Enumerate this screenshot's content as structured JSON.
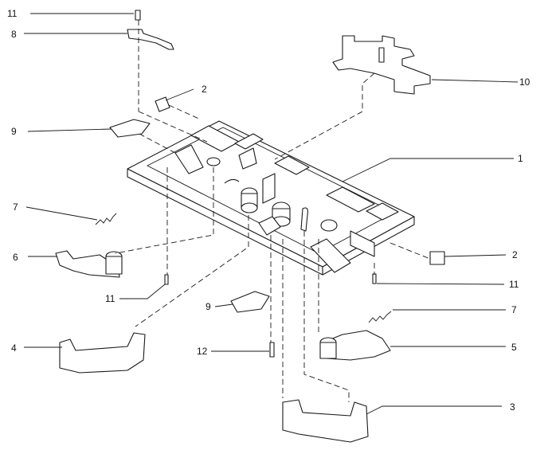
{
  "callouts": [
    {
      "id": "c11a",
      "text": "11"
    },
    {
      "id": "c8",
      "text": "8"
    },
    {
      "id": "c2a",
      "text": "2"
    },
    {
      "id": "c9a",
      "text": "9"
    },
    {
      "id": "c10",
      "text": "10"
    },
    {
      "id": "c1",
      "text": "1"
    },
    {
      "id": "c7a",
      "text": "7"
    },
    {
      "id": "c6",
      "text": "6"
    },
    {
      "id": "c2b",
      "text": "2"
    },
    {
      "id": "c11b",
      "text": "11"
    },
    {
      "id": "c11c",
      "text": "11"
    },
    {
      "id": "c9b",
      "text": "9"
    },
    {
      "id": "c7b",
      "text": "7"
    },
    {
      "id": "c4",
      "text": "4"
    },
    {
      "id": "c12",
      "text": "12"
    },
    {
      "id": "c5",
      "text": "5"
    },
    {
      "id": "c3",
      "text": "3"
    }
  ]
}
